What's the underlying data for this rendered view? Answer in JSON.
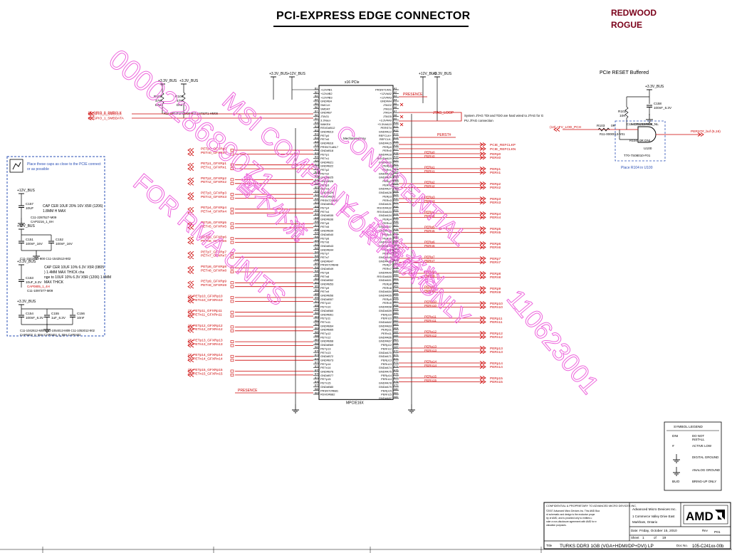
{
  "title": "PCI-EXPRESS EDGE CONNECTOR",
  "project": {
    "line1": "REDWOOD",
    "line2": "ROGUE"
  },
  "watermark": {
    "lines": [
      "0000228689071.",
      "MSI COMPANY / 蓝海资料",
      "FOR RMA UNITS",
      "CONFIDENTIAL",
      "110623001",
      "FOR RMA ONLY",
      "暂不外流"
    ]
  },
  "rails": {
    "v33": "+3.3V_BUS",
    "v12": "+12V_BUS"
  },
  "connector": {
    "header": "x16 PCIe",
    "footer": "MPCIE16X",
    "key": "Mechanical Key",
    "left_pins": [
      "+12V#B1",
      "+12V#B2",
      "+12V#B3",
      "GND#B4",
      "SMCLK",
      "SMDAT",
      "GND#B7",
      "JTAG1",
      "3.3Vaux",
      "WAKE#",
      "RSVD#B12",
      "GND#B13",
      "PETp0",
      "PETn0",
      "GND#B16",
      "PRSNT1#B17",
      "GND#B18",
      "PETp1",
      "PETn1",
      "GND#B21",
      "GND#B22",
      "PETp2",
      "PETn2",
      "GND#B25",
      "GND#B26",
      "PETp3",
      "PETn3",
      "GND#B29",
      "RSVD#B30",
      "PRSNT2#B31",
      "GND#B32",
      "PETp4",
      "PETn4",
      "GND#B35",
      "GND#B36",
      "PETp5",
      "PETn5",
      "GND#B39",
      "GND#B40",
      "PETp6",
      "PETn6",
      "GND#B43",
      "GND#B44",
      "PETp7",
      "PETn7",
      "GND#B47",
      "PRSNT2#B48",
      "GND#B49",
      "PETp8",
      "PETn8",
      "GND#B52",
      "GND#B53",
      "PETp9",
      "PETn9",
      "GND#B56",
      "GND#B57",
      "PETp10",
      "PETn10",
      "GND#B60",
      "GND#B61",
      "PETp11",
      "PETn11",
      "GND#B64",
      "GND#B65",
      "PETp12",
      "PETn12",
      "GND#B68",
      "GND#B69",
      "PETp13",
      "PETn13",
      "GND#B72",
      "GND#B73",
      "PETp14",
      "PETn14",
      "GND#B76",
      "GND#B77",
      "PETp15",
      "PETn15",
      "GND#B80",
      "PRSNT2#B81",
      "RSVD#B82"
    ],
    "right_pins": [
      "PRSNT1#A1",
      "+12V#A2",
      "+12V#A3",
      "GND#A4",
      "JTAG2",
      "JTAG3",
      "JTAG4",
      "JTAG5",
      "+3.3V#A9",
      "+3.3V#A10",
      "PERST#",
      "GND#A12",
      "REFCLK+",
      "REFCLK-",
      "GND#A15",
      "PERp0",
      "PERn0",
      "GND#A18",
      "RSVD#A19",
      "GND#A20",
      "PERp1",
      "PERn1",
      "GND#A23",
      "GND#A24",
      "PERp2",
      "PERn2",
      "GND#A27",
      "GND#A28",
      "PERp3",
      "PERn3",
      "GND#A31",
      "RSVD#A32",
      "RSVD#A33",
      "GND#A34",
      "PERp4",
      "PERn4",
      "GND#A37",
      "GND#A38",
      "PERp5",
      "PERn5",
      "GND#A41",
      "GND#A42",
      "PERp6",
      "PERn6",
      "GND#A45",
      "GND#A46",
      "PERp7",
      "PERn7",
      "GND#A49",
      "RSVD#A50",
      "GND#A51",
      "PERp8",
      "PERn8",
      "GND#A54",
      "GND#A55",
      "PERp9",
      "PERn9",
      "GND#A58",
      "GND#A59",
      "PERp10",
      "PERn10",
      "GND#A62",
      "GND#A63",
      "PERp11",
      "PERn11",
      "GND#A66",
      "GND#A67",
      "PERp12",
      "PERn12",
      "GND#A70",
      "GND#A71",
      "PERp13",
      "PERn13",
      "GND#A74",
      "GND#A75",
      "PERp14",
      "PERn14",
      "GND#A78",
      "GND#A79",
      "PERp15",
      "PERn15",
      "GND#A82"
    ],
    "tx_nets": [
      "PETp0_GFXRp0",
      "PETn0_GFXRn0",
      "PETp1_GFXRp1",
      "PETn1_GFXRn1",
      "PETp2_GFXRp2",
      "PETn2_GFXRn2",
      "PETp3_GFXRp3",
      "PETn3_GFXRn3",
      "PETp4_GFXRp4",
      "PETn4_GFXRn4",
      "PETp5_GFXRp5",
      "PETn5_GFXRn5",
      "PETp6_GFXRp6",
      "PETn6_GFXRn6",
      "PETp7_GFXRp7",
      "PETn7_GFXRn7",
      "PETp8_GFXRp8",
      "PETn8_GFXRn8",
      "PETp9_GFXRp9",
      "PETn9_GFXRn9",
      "PETp10_GFXRp10",
      "PETn10_GFXRn10",
      "PETp11_GFXRp11",
      "PETn11_GFXRn11",
      "PETp12_GFXRp12",
      "PETn12_GFXRn12",
      "PETp13_GFXRp13",
      "PETn13_GFXRn13",
      "PETp14_GFXRp14",
      "PETn14_GFXRn14",
      "PETp15_GFXRp15",
      "PETn15_GFXRn15"
    ],
    "rx_nets": [
      "PERp0",
      "PERn0",
      "PERp1",
      "PERn1",
      "PERp2",
      "PERn2",
      "PERp3",
      "PERn3",
      "PERp4",
      "PERn4",
      "PERp5",
      "PERn5",
      "PERp6",
      "PERn6",
      "PERp7",
      "PERn7",
      "PERp8",
      "PERn8",
      "PERp9",
      "PERn9",
      "PERp10",
      "PERn10",
      "PERp11",
      "PERn11",
      "PERp12",
      "PERn12",
      "PERp13",
      "PERn13",
      "PERp14",
      "PERn14",
      "PERp15",
      "PERn15"
    ],
    "refclk_nets": [
      "PCIE_REFCLKP",
      "PCIE_REFCLKN"
    ],
    "presence": "PRESENCE",
    "perst_net": "PERST#",
    "jtag_loop": "JTAG_LOOP",
    "jtag_note": "System JTAG TDI and TDO are hard wired to JTAG for GPU JTAG connection"
  },
  "gpio": {
    "nets": [
      "GPIO_0_SMBCLK",
      "GPIO_1_SMBDATA"
    ],
    "res": [
      {
        "ref": "R105",
        "val": "47K",
        "pop": "DNI"
      },
      {
        "ref": "R106",
        "val": "47K",
        "pop": "DNI"
      }
    ],
    "bom": "R11-1R0JT1FHM09  R11-1473JT1-HM09"
  },
  "caps": {
    "note": "Place these caps as close to the PCIE connector as possible",
    "c157": {
      "ref": "C157",
      "val": "10UF",
      "spec": "CAP CER 10UF 20% 16V X5R (1206) 1.8MM H MAX",
      "part": "C11-2287527-M09",
      "pkg": "CAP3216_1_8H"
    },
    "c151": {
      "ref": "C151",
      "val": "100nF_16V"
    },
    "c152": {
      "ref": "C152",
      "val": "100nF_16V"
    },
    "pair_part": "C11-1542513-900  C11-1542513-902",
    "c153": {
      "ref": "C153",
      "val": "10uF_6.3V",
      "spec": "CAP CER 10UF 10% 6.3V X5R (0805) 1.4MM MAX THICK change to 10UF 10% 6.3V X5R (1206) 1.6MM MAX THICK",
      "part": "C11-1097377-M09",
      "pkg": "CAP0805_1_4H"
    },
    "c154": {
      "ref": "C154",
      "val": "100nF_6.3V"
    },
    "c155": {
      "ref": "C155",
      "val": "1uF_6.3V"
    },
    "c156": {
      "ref": "C156",
      "val": "10nF"
    },
    "bottom_parts": "C11-1042612-M09  C11-1054013-M09  C11-1053012-902",
    "bottom_pkgs": "CAP0402_0_55H  CAP0402_0_55H  CAP0402"
  },
  "reset": {
    "title": "PCIe RESET Buffered",
    "rail": "+3.3V_BUS",
    "r102": {
      "ref": "R102",
      "val": "10K"
    },
    "c158": {
      "ref": "C158",
      "val": "100nF_6.3V",
      "part": "C11-1042312-M09"
    },
    "r103": {
      "ref": "R103",
      "val": "0R",
      "part": "R11-0000013-Y01"
    },
    "r104": {
      "ref": "R104",
      "val": "0R",
      "pop": "DNI"
    },
    "u100": {
      "ref": "U100",
      "part": "NC7SZ08P5X_NL",
      "bom": "T70-7S08010-F01"
    },
    "in_net": "+FV_LOD_PCH",
    "in_tag": "(13)",
    "out_net": "PERST#_buf",
    "out_tag": "(5,16)",
    "place_note": "Place R104 in U100"
  },
  "legend": {
    "title": "SYMBOL LEGEND",
    "items": [
      {
        "sym": "DNI",
        "desc": "DO NOT INSTALL"
      },
      {
        "sym": "#",
        "desc": "ACTIVE LOW"
      },
      {
        "sym": "gnd",
        "desc": "DIGITAL GROUND"
      },
      {
        "sym": "agnd",
        "desc": "ANALOG GROUND"
      },
      {
        "sym": "BUO",
        "desc": "BRING-UP ONLY"
      }
    ]
  },
  "titleblock": {
    "confidential": "CONFIDENTIAL & PROPRIETARY TO ADVANCED MICRO DEVICES INC.",
    "fine_print": "©2007 Advanced Micro Devices Inc. This AMD Board schematic and design is the exclusive property of AMD, and is provided only to entities under a non-disclosure agreement with AMD for evaluation purposes.",
    "company": "Advanced Micro Devices Inc.",
    "addr1": "1 Commerce Valley Drive East",
    "addr2": "Markham, Ontario",
    "date_label": "Date:",
    "date": "Friday, October 15, 2010",
    "sheet_label": "Sheet",
    "sheet": "1",
    "of": "of",
    "sheets": "19",
    "rev_label": "Rev",
    "rev": "P01",
    "title_label": "Title",
    "board_title": "TURKS DDR3 1GB (VGA+HDMI/DP+DVI) LP",
    "doc_label": "Doc No.",
    "doc": "105-C241xx-00b",
    "logo": "AMD"
  },
  "colors": {
    "net": "#cc0000",
    "wire": "#000000",
    "watermark": "#ee66dd",
    "project": "#7a0019",
    "dashed": "#2a4fb5"
  }
}
